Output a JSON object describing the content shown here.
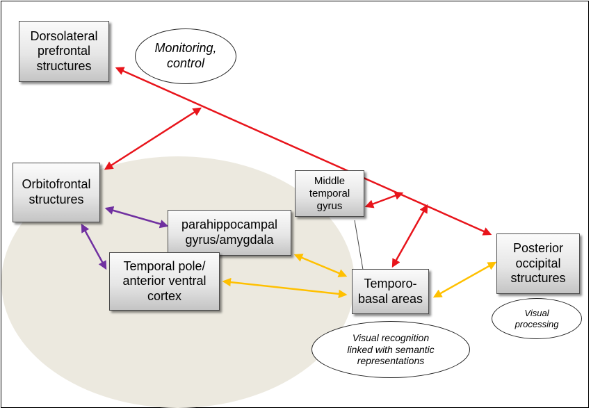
{
  "boxes": {
    "dorsolateral": "Dorsolateral\nprefrontal\nstructures",
    "orbitofrontal": "Orbitofrontal\nstructures",
    "parahippocampal": "parahippocampal\ngyrus/amygdala",
    "temporal_pole": "Temporal pole/\nanterior ventral\ncortex",
    "middle_temporal": "Middle\ntemporal\ngyrus",
    "temporo_basal": "Temporo-\nbasal areas",
    "posterior_occipital": "Posterior\noccipital\nstructures"
  },
  "annotations": {
    "monitoring": "Monitoring,\ncontrol",
    "visual_recognition": "Visual recognition\nlinked with semantic\nrepresentations",
    "visual_processing": "Visual\nprocessing"
  },
  "colors": {
    "red_arrow": "#e8141b",
    "purple_arrow": "#7030a0",
    "yellow_arrow": "#ffc000",
    "background_region": "#ece9df"
  }
}
